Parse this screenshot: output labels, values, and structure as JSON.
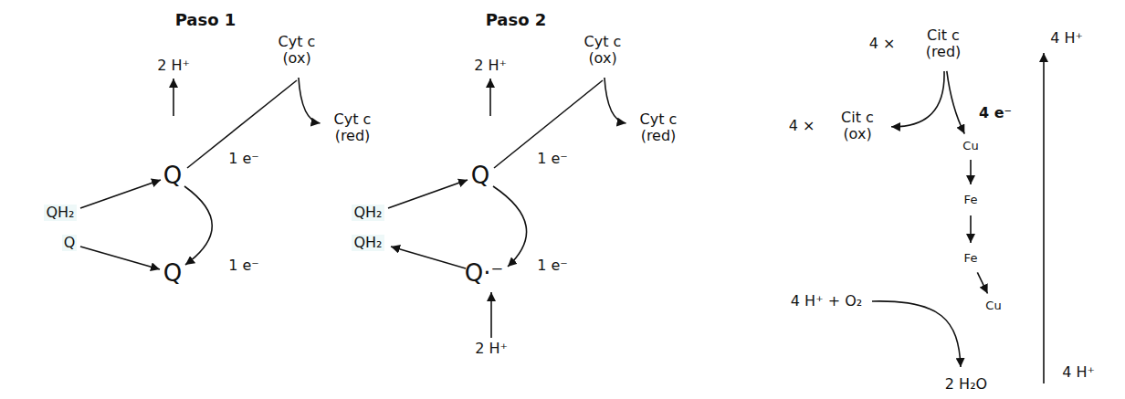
{
  "diagram": {
    "nodes": [
      {
        "text": [
          "Paso 1",
          "Q",
          "1 e⁻",
          "Q",
          "1 e⁻"
        ]
      },
      {
        "text": [
          "Cyt c (ox)"
        ]
      },
      {
        "text": [
          "Cyt c (red)"
        ]
      },
      {
        "text": [
          "Paso 2",
          "Q",
          "1 e⁻",
          "Q·⁻",
          "1 e⁻"
        ]
      },
      {
        "text": [
          "Cyt c (ox)"
        ]
      },
      {
        "text": [
          "Cyt c (red)"
        ]
      },
      {
        "text": [
          "Cit c (red)"
        ]
      },
      {
        "text": [
          "Cit c (ox)"
        ]
      },
      {
        "text": [
          "4 e⁻"
        ]
      },
      {
        "text": [
          "Cu"
        ],
        "in": 8
      },
      {
        "text": [
          "Fe"
        ],
        "in": 8
      },
      {
        "text": [
          "Fe"
        ],
        "in": 8
      },
      {
        "text": [
          "Cu"
        ],
        "in": 8
      }
    ],
    "edges": [
      {
        "from": 1,
        "to": 2,
        "arrow": "to"
      },
      {
        "from": 4,
        "to": 5,
        "arrow": "to"
      },
      {
        "from": 6,
        "to": 9,
        "arrow": "to"
      },
      {
        "from": 6,
        "to": 7,
        "arrow": "to"
      },
      {
        "from": 9,
        "to": 10,
        "arrow": "to"
      },
      {
        "from": 10,
        "to": 11,
        "arrow": "to"
      },
      {
        "from": 11,
        "to": 12,
        "arrow": "to"
      }
    ],
    "labels": [
      "2 H⁺",
      "QH₂",
      "Q",
      "2 H⁺",
      "QH₂",
      "QH₂",
      "2 H⁺",
      "4 ×",
      "4 ×",
      "4 H⁺",
      "4 H⁺ + O₂",
      "2 H₂O",
      "4 H⁺"
    ]
  }
}
